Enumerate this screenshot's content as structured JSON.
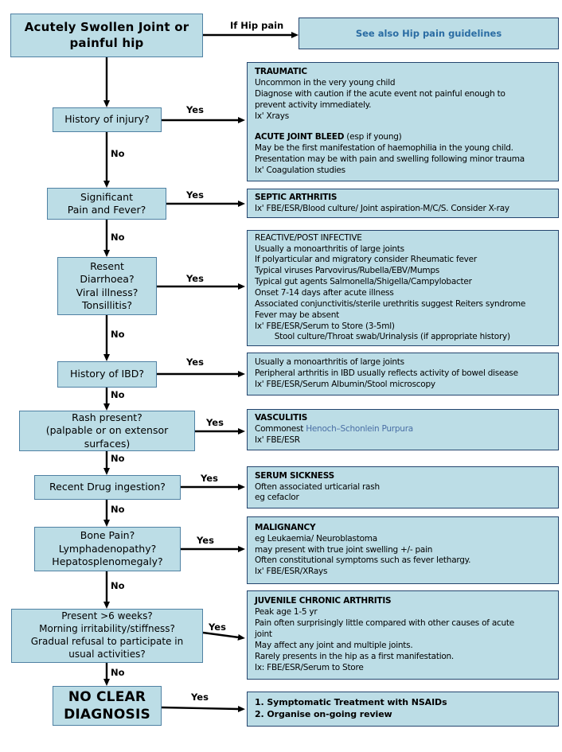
{
  "labels": {
    "yes": "Yes",
    "no": "No",
    "if_hip_pain": "If Hip pain"
  },
  "start": {
    "title": "Acutely Swollen Joint or\npainful hip"
  },
  "hip_guidelines": {
    "text": "See also Hip pain guidelines"
  },
  "questions": {
    "injury": "History of injury?",
    "pain_fever": "Significant\nPain and Fever?",
    "diarrhoea": "Resent\nDiarrhoea?\nViral illness?\nTonsillitis?",
    "ibd": "History of IBD?",
    "rash": "Rash present?\n(palpable or on extensor\nsurfaces)",
    "drug": "Recent Drug ingestion?",
    "bone": "Bone Pain?\nLymphadenopathy?\nHepatosplenomegaly?",
    "chronic": "Present >6 weeks?\nMorning irritability/stiffness?\nGradual refusal to participate in\nusual activities?",
    "no_diagnosis": "NO CLEAR\nDIAGNOSIS"
  },
  "info": {
    "traumatic": {
      "title": "TRAUMATIC",
      "body": "Uncommon in the very young child\nDiagnose with caution if the acute event not painful enough to\nprevent activity immediately.\nIx' Xrays",
      "title2": "ACUTE JOINT BLEED",
      "title2_suffix": " (esp if young)",
      "body2": "May be the first manifestation of haemophilia in the young child.\nPresentation may be with pain and swelling following minor trauma\nIx' Coagulation studies"
    },
    "septic": {
      "title": "SEPTIC ARTHRITIS",
      "body": "Ix' FBE/ESR/Blood culture/ Joint aspiration-M/C/S. Consider X-ray"
    },
    "reactive": {
      "body": "REACTIVE/POST INFECTIVE\nUsually a monoarthritis of large joints\nIf polyarticular and migratory consider Rheumatic fever\nTypical viruses Parvovirus/Rubella/EBV/Mumps\nTypical gut agents Salmonella/Shigella/Campylobacter\nOnset 7-14 days after acute illness\nAssociated conjunctivitis/sterile urethritis suggest Reiters syndrome\nFever may be absent\nIx' FBE/ESR/Serum to Store (3-5ml)\n        Stool culture/Throat swab/Urinalysis (if appropriate history)"
    },
    "ibd": {
      "body": "Usually a monoarthritis of large joints\nPeripheral arthritis in IBD usually reflects activity of bowel disease\nIx' FBE/ESR/Serum Albumin/Stool microscopy"
    },
    "vasculitis": {
      "title": "VASCULITIS",
      "commonest_prefix": "Commonest ",
      "henoch": "Henoch–Schonlein Purpura",
      "body": "Ix' FBE/ESR"
    },
    "serum_sickness": {
      "title": "SERUM SICKNESS",
      "body": "Often associated urticarial rash\neg cefaclor"
    },
    "malignancy": {
      "title": "MALIGNANCY",
      "body": "eg Leukaemia/ Neuroblastoma\nmay present with true joint swelling +/- pain\nOften constitutional symptoms such as fever lethargy.\nIx' FBE/ESR/XRays"
    },
    "jca": {
      "title": "JUVENILE CHRONIC ARTHRITIS",
      "body": "Peak age 1-5 yr\nPain often surprisingly little compared with other causes of acute\njoint\nMay affect any joint and multiple joints.\nRarely presents in the hip as a first manifestation.\nIx: FBE/ESR/Serum to Store"
    },
    "treatment": {
      "body": "1. Symptomatic Treatment with NSAIDs\n2. Organise on-going review"
    }
  },
  "colors": {
    "box_fill": "#bcdde6",
    "question_border": "#4f81a3",
    "info_border": "#24456e",
    "link_blue": "#2a6ca3",
    "henoch_blue": "#4a6fa5",
    "arrow": "#000000"
  }
}
